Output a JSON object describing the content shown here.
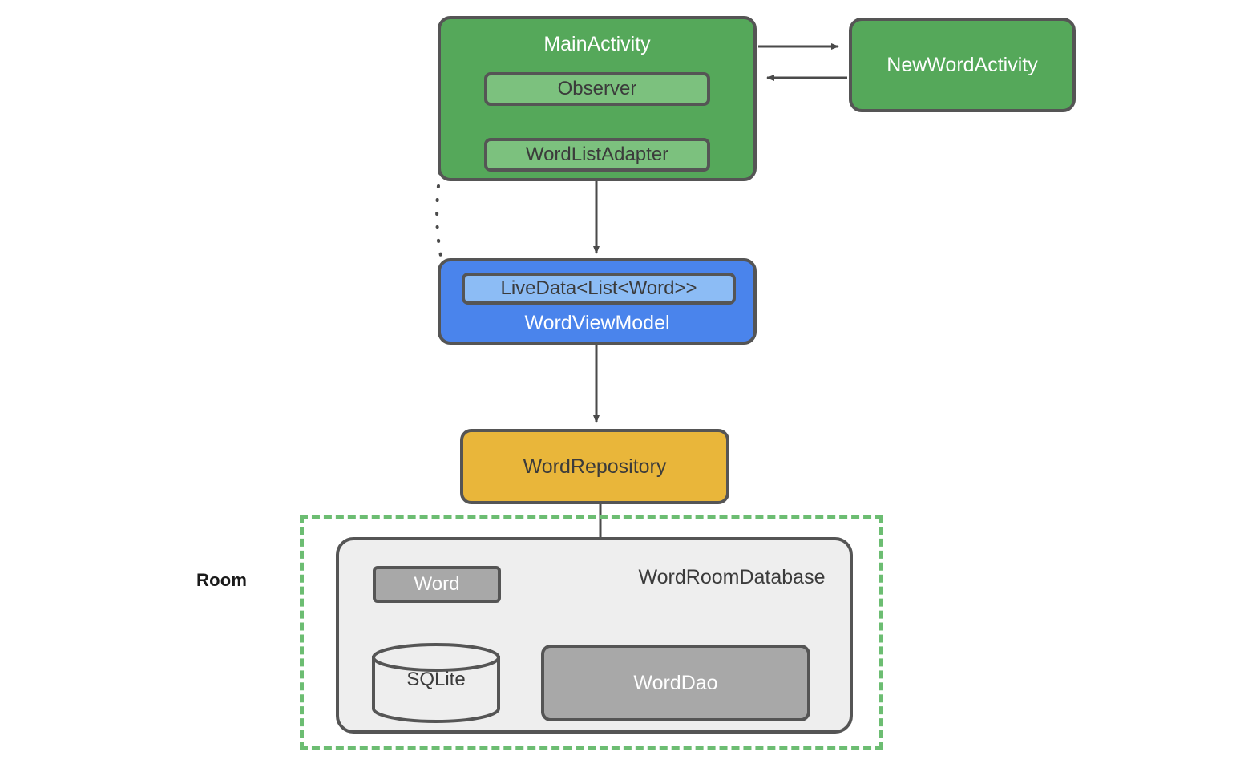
{
  "diagram": {
    "title": "Android Room / LiveData Architecture Diagram",
    "room_group_label": "Room",
    "colors": {
      "green": "#55a85a",
      "light_green": "#7cc17e",
      "blue": "#4a84ec",
      "light_blue": "#8cbcf5",
      "orange": "#e9b63a",
      "gray": "#a8a8a8",
      "light_gray": "#eeeeee",
      "border": "#555555",
      "dashed_green": "#6cbd72",
      "background": "#ffffff"
    },
    "nodes": {
      "main_activity": "MainActivity",
      "observer": "Observer",
      "word_list_adapter": "WordListAdapter",
      "new_word_activity": "NewWordActivity",
      "word_view_model": "WordViewModel",
      "live_data": "LiveData<List<Word>>",
      "word_repository": "WordRepository",
      "word_room_database": "WordRoomDatabase",
      "word": "Word",
      "word_dao": "WordDao",
      "sqlite": "SQLite"
    },
    "edges": [
      {
        "from": "MainActivity",
        "to": "NewWordActivity",
        "style": "solid",
        "direction": "forward"
      },
      {
        "from": "NewWordActivity",
        "to": "MainActivity",
        "style": "solid",
        "direction": "forward"
      },
      {
        "from": "Observer",
        "to": "WordListAdapter",
        "style": "solid",
        "direction": "forward"
      },
      {
        "from": "MainActivity",
        "to": "WordViewModel",
        "style": "solid",
        "direction": "forward"
      },
      {
        "from": "LiveData<List<Word>>",
        "to": "Observer",
        "style": "dotted",
        "direction": "forward"
      },
      {
        "from": "WordViewModel",
        "to": "WordRepository",
        "style": "solid",
        "direction": "forward"
      },
      {
        "from": "WordRepository",
        "to": "WordDao",
        "style": "solid",
        "direction": "forward"
      },
      {
        "from": "WordDao",
        "to": "SQLite",
        "style": "solid",
        "direction": "forward"
      },
      {
        "from": "SQLite",
        "to": "WordDao",
        "style": "solid",
        "direction": "forward"
      }
    ]
  }
}
